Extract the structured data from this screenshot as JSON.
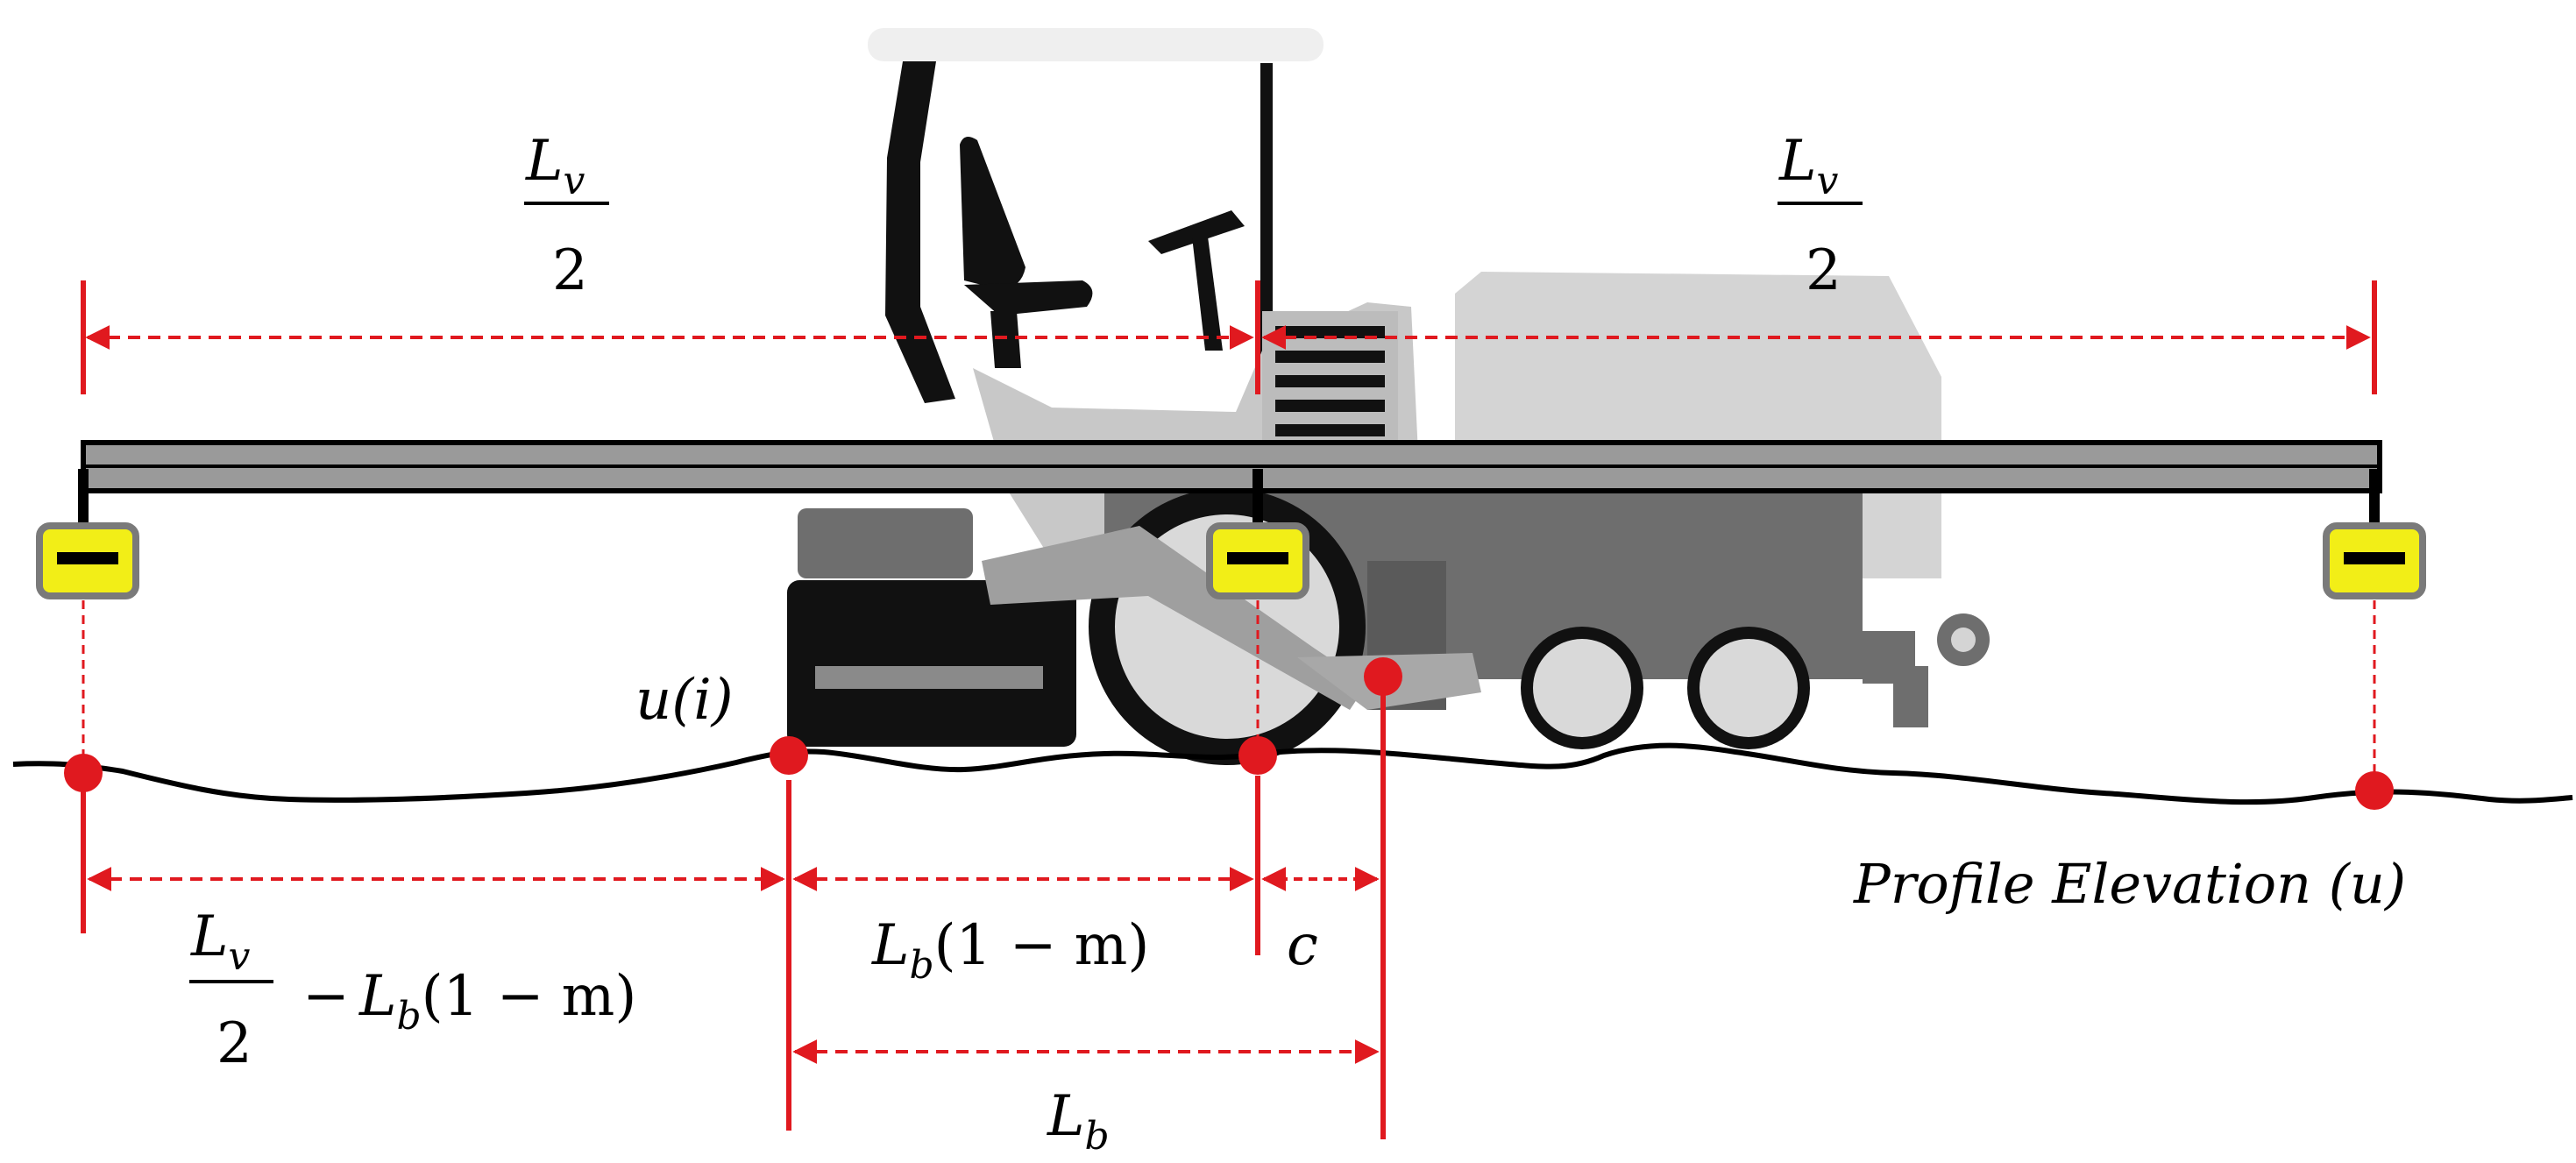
{
  "labels": {
    "lv_numerator": "L",
    "lv_subscript": "v",
    "half_denominator": "2",
    "lb_symbol": "L",
    "lb_subscript": "b",
    "one_minus_m": "(1 − m)",
    "minus_sign": "−",
    "c": "c",
    "u_i": "u(i)",
    "profile": "Profile Elevation (u)"
  },
  "colors": {
    "dimension": "#e0191f",
    "beam": "#9a9a9a",
    "sensor_fill": "#f2ee17",
    "sensor_border": "#7a7a7a",
    "ground": "#000000",
    "machine_light": "#dcdcdc",
    "machine_mid": "#a0a0a0",
    "machine_dark": "#6e6e6e",
    "machine_black": "#111111"
  }
}
